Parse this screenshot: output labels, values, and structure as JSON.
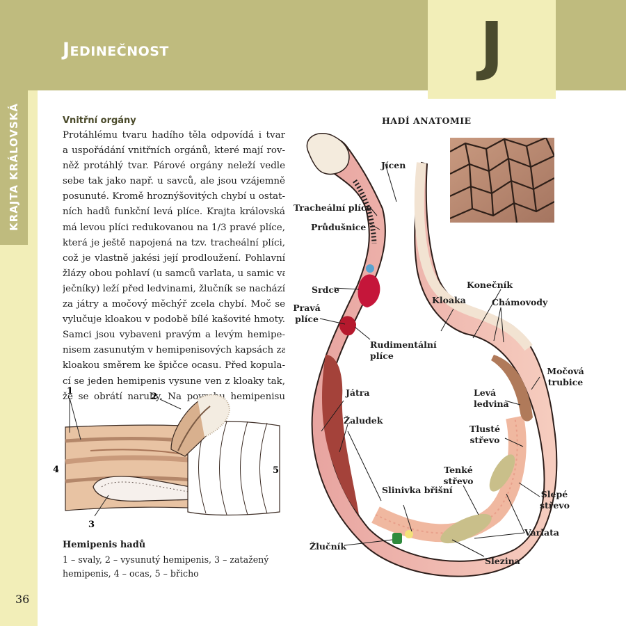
{
  "header": {
    "title": "Jedinečnost",
    "letter": "J"
  },
  "sidebar": {
    "label": "KRAJTA KRÁLOVSKÁ",
    "page_number": "36"
  },
  "text": {
    "heading": "Vnitřní orgány",
    "lines": [
      "Protáhlému tvaru hadího těla odpovídá i tvar",
      "a uspořádání vnitřních orgánů, které mají rov-",
      "něž protáhlý tvar. Párové orgány neleží vedle",
      "sebe tak jako např. u savců, ale jsou vzájemně",
      "posunuté. Kromě hroznýšovitých chybí u ostat-",
      "ních hadů funkční levá plíce. Krajta královská",
      "má levou plíci redukovanou na 1/3 pravé plíce,",
      "která je ještě napojená na tzv. tracheální plíci,",
      "což je vlastně jakési její prodloužení. Pohlavní",
      "žlázy obou pohlaví (u samců varlata, u samic va-",
      "ječníky) leží před ledvinami, žlučník se nachází",
      "za játry a močový měchýř zcela chybí. Moč se",
      "vylučuje kloakou v podobě bílé kašovité hmoty.",
      "Samci jsou vybaveni pravým a levým hemipe-",
      "nisem zasunutým v hemipenisových kapsách za",
      "kloakou směrem ke špičce ocasu. Před kopula-",
      "cí se jeden hemipenis vysune ven z kloaky tak,",
      "že se obrátí naruby. Na povrchu hemipenisu"
    ]
  },
  "hemipenis": {
    "numbers": [
      "1",
      "2",
      "3",
      "4",
      "5"
    ],
    "caption_title": "Hemipenis hadů",
    "caption_lines": [
      "1 – svaly, 2 – vysunutý hemipenis, 3 – zatažený",
      "hemipenis, 4 – ocas, 5 – břicho"
    ]
  },
  "anatomy": {
    "title": "HADÍ ANATOMIE",
    "labels": {
      "jicen": "Jícen",
      "tracheal": "Tracheální plíce",
      "prudusnice": "Průdušnice",
      "srdce": "Srdce",
      "prava": "Pravá",
      "plice": "plíce",
      "rudi1": "Rudimentální",
      "rudi2": "plíce",
      "jatra": "Játra",
      "zaludek": "Žaludek",
      "slinivka": "Slinivka břišní",
      "zlucnik": "Žlučník",
      "slezina": "Slezina",
      "varlata": "Varlata",
      "slepe1": "Slepé",
      "slepe2": "střevo",
      "tenke1": "Tenké",
      "tenke2": "střevo",
      "tluste1": "Tlusté",
      "tluste2": "střevo",
      "leva1": "Levá",
      "leva2": "ledvina",
      "mocova1": "Močová",
      "mocova2": "trubice",
      "kloaka": "Kloaka",
      "konecnik": "Konečník",
      "chamovody": "Chámovody"
    }
  },
  "colors": {
    "olive": "#bfbb7e",
    "cream": "#f2eeb8",
    "letter": "#4b4b2d"
  }
}
